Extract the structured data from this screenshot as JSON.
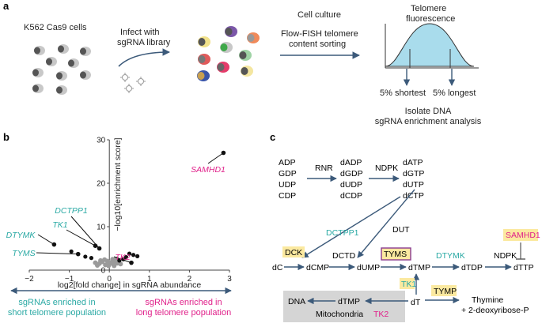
{
  "panel_a": {
    "label": "a",
    "cells_label": "K562 Cas9 cells",
    "infect_line1": "Infect with",
    "infect_line2": "sgRNA library",
    "culture_line1": "Cell culture",
    "culture_line2": "Flow-FISH telomere",
    "culture_line3": "content sorting",
    "fluor_line1": "Telomere",
    "fluor_line2": "fluorescence",
    "shortest": "5% shortest",
    "longest": "5% longest",
    "isolate_line1": "Isolate DNA",
    "isolate_line2": "sgRNA enrichment analysis"
  },
  "panel_b": {
    "label": "b",
    "enriched_short_line1": "sgRNAs enriched in",
    "enriched_short_line2": "short telomere population",
    "enriched_long_line1": "sgRNAs enriched in",
    "enriched_long_line2": "long telomere population"
  },
  "panel_c": {
    "label": "c",
    "diphosphates": [
      "ADP",
      "GDP",
      "UDP",
      "CDP"
    ],
    "rnr": "RNR",
    "deoxy_diphosphates": [
      "dADP",
      "dGDP",
      "dUDP",
      "dCDP"
    ],
    "ndpk_top": "NDPK",
    "deoxy_triphosphates": [
      "dATP",
      "dGTP",
      "dUTP",
      "dCTP"
    ],
    "dctpp1": "DCTPP1",
    "dut": "DUT",
    "samhd1": "SAMHD1",
    "dck": "DCK",
    "dc": "dC",
    "dcmp": "dCMP",
    "dctd": "DCTD",
    "dump": "dUMP",
    "tyms": "TYMS",
    "dtmp": "dTMP",
    "dtymk": "DTYMK",
    "dtdp": "dTDP",
    "ndpk_bottom": "NDPK",
    "dttp": "dTTP",
    "tk1": "TK1",
    "tymp": "TYMP",
    "dt": "dT",
    "thymine_line1": "Thymine",
    "thymine_line2": "+ 2-deoxyribose-P",
    "mito_dna": "DNA",
    "mito_dtmp": "dTMP",
    "mitochondria": "Mitochondria",
    "tk2": "TK2"
  },
  "colors": {
    "teal": "#2aa9a4",
    "magenta": "#e0218a",
    "arrow": "#3c5a7a",
    "highlight": "#fbe9a0",
    "mito_box": "#d5d5d5",
    "curve_fill": "#a9dcec"
  },
  "chart_data": {
    "type": "scatter",
    "title": "",
    "xlabel": "log2[fold change] in sgRNA abundance",
    "ylabel": "−log10[enrichment score]",
    "xlim": [
      -2,
      3
    ],
    "ylim": [
      0,
      30
    ],
    "xticks": [
      "−2",
      "−1",
      "0",
      "1",
      "2",
      "3"
    ],
    "yticks": [
      "0",
      "10",
      "20",
      "30"
    ],
    "highlighted": [
      {
        "name": "SAMHD1",
        "x": 2.85,
        "y": 27.0,
        "color": "magenta"
      },
      {
        "name": "DCTPP1",
        "x": -0.25,
        "y": 5.0,
        "color": "teal"
      },
      {
        "name": "TK1",
        "x": -0.35,
        "y": 5.6,
        "color": "teal"
      },
      {
        "name": "DTYMK",
        "x": -1.38,
        "y": 5.9,
        "color": "teal"
      },
      {
        "name": "TYMS",
        "x": -0.78,
        "y": 3.7,
        "color": "teal"
      },
      {
        "name": "TK2",
        "x": 0.55,
        "y": 1.7,
        "color": "magenta"
      }
    ],
    "other_significant": [
      {
        "x": -0.95,
        "y": 4.3
      },
      {
        "x": -0.6,
        "y": 3.1
      },
      {
        "x": -0.45,
        "y": 2.8
      },
      {
        "x": 0.42,
        "y": 3.0
      },
      {
        "x": 0.5,
        "y": 3.8
      },
      {
        "x": 0.6,
        "y": 3.5
      },
      {
        "x": 0.7,
        "y": 3.2
      },
      {
        "x": 0.35,
        "y": 2.5
      },
      {
        "x": 0.25,
        "y": 2.2
      }
    ],
    "background": [
      {
        "x": -0.25,
        "y": 1.5
      },
      {
        "x": -0.18,
        "y": 1.9
      },
      {
        "x": -0.1,
        "y": 1.2
      },
      {
        "x": -0.05,
        "y": 2.1
      },
      {
        "x": 0.0,
        "y": 1.5
      },
      {
        "x": 0.05,
        "y": 1.8
      },
      {
        "x": 0.1,
        "y": 1.3
      },
      {
        "x": 0.15,
        "y": 2.0
      },
      {
        "x": -0.3,
        "y": 1.1
      },
      {
        "x": 0.2,
        "y": 1.6
      },
      {
        "x": -0.12,
        "y": 2.4
      },
      {
        "x": 0.08,
        "y": 2.5
      },
      {
        "x": -0.35,
        "y": 1.7
      },
      {
        "x": 0.28,
        "y": 1.4
      },
      {
        "x": -0.02,
        "y": 1.0
      },
      {
        "x": 0.12,
        "y": 1.0
      },
      {
        "x": -0.22,
        "y": 2.2
      },
      {
        "x": 0.18,
        "y": 2.6
      }
    ]
  }
}
